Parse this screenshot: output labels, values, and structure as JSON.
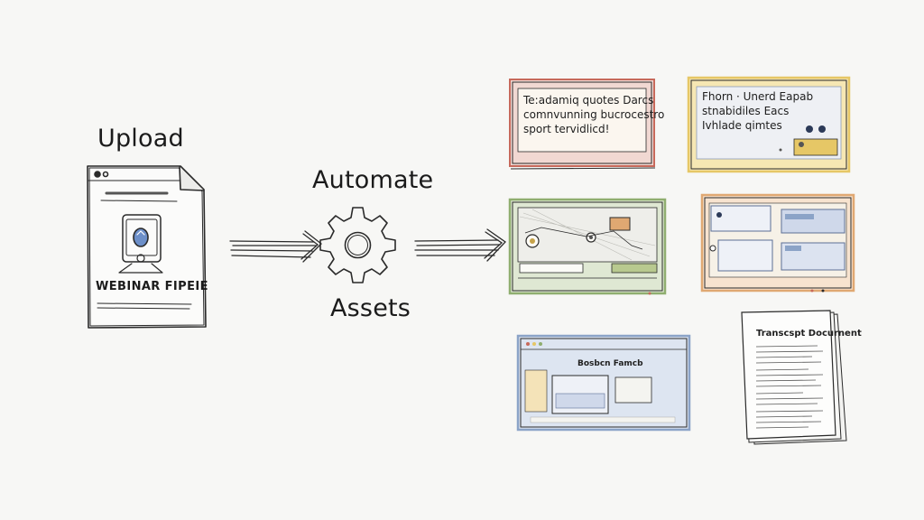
{
  "diagram": {
    "steps": [
      {
        "label": "Upload"
      },
      {
        "label": "Automate"
      },
      {
        "label": "Assets"
      }
    ],
    "upload": {
      "file_label": "WEBINAR FIPEIE",
      "icon": "uploaded-file-icon"
    },
    "automate": {
      "icon": "gear-icon"
    },
    "assets": {
      "quote_card_red": {
        "lines": [
          "Te:adamiq quotes Darcs",
          "comnvunning bucrocestro",
          "sport tervidlicd!"
        ],
        "accent": "#c7695b"
      },
      "quote_card_yellow": {
        "lines": [
          "Fhorn · Unerd Eapab",
          "stnabidiles Eacs",
          "Ivhlade qimtes"
        ],
        "accent": "#e6c766"
      },
      "video_card_green": {
        "accent": "#8fae6f",
        "caption": ""
      },
      "slides_card_orange": {
        "accent": "#e0a872",
        "tile_caption": ""
      },
      "web_card_blue": {
        "title": "Bosbcn Famcb",
        "accent": "#8ba3c7"
      },
      "transcript": {
        "title": "Transcspt Docurnent"
      }
    },
    "colors": {
      "ink": "#1f1f1f",
      "paper": "#f7f7f5",
      "red": "#c7695b",
      "yellow": "#e6c766",
      "green": "#8fae6f",
      "orange": "#e0a872",
      "blue": "#8ba3c7"
    }
  }
}
